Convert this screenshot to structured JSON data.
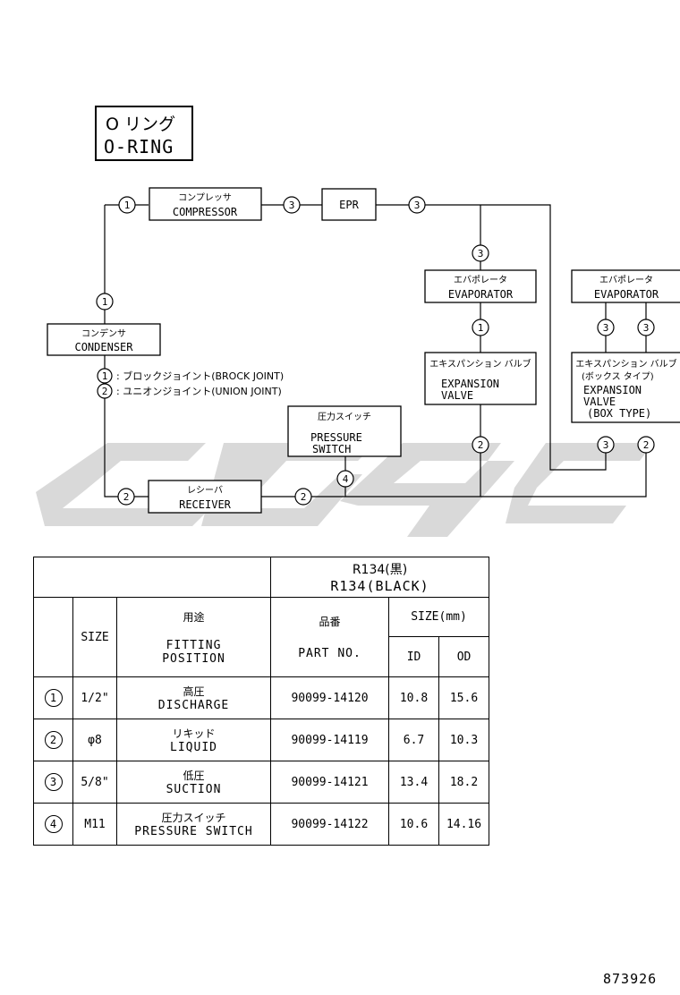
{
  "title": {
    "jp": "O リング",
    "en": "O-RING"
  },
  "components": {
    "compressor": {
      "jp": "コンプレッサ",
      "en": "COMPRESSOR"
    },
    "epr": {
      "en": "EPR"
    },
    "evaporator1": {
      "jp": "エバポレータ",
      "en": "EVAPORATOR"
    },
    "evaporator2": {
      "jp": "エバポレータ",
      "en": "EVAPORATOR"
    },
    "condenser": {
      "jp": "コンデンサ",
      "en": "CONDENSER"
    },
    "expansion1": {
      "jp": "エキスパンション バルブ",
      "en1": "EXPANSION",
      "en2": "VALVE"
    },
    "expansion2": {
      "jp": "エキスパンション バルブ",
      "jp2": "(ボックス タイプ)",
      "en1": "EXPANSION",
      "en2": "VALVE",
      "en3": "(BOX TYPE)"
    },
    "pressure_switch": {
      "jp": "圧力スイッチ",
      "en1": "PRESSURE",
      "en2": "SWITCH"
    },
    "receiver": {
      "jp": "レシーバ",
      "en": "RECEIVER"
    }
  },
  "joint_legend": [
    {
      "num": "1",
      "text": ": ブロックジョイント(BROCK JOINT)"
    },
    {
      "num": "2",
      "text": ": ユニオンジョイント(UNION JOINT)"
    }
  ],
  "markers": {
    "m1": "1",
    "m2": "3",
    "m3": "3",
    "m4": "1",
    "m5": "3",
    "m6": "1",
    "m7": "3",
    "m8": "3",
    "m9": "2",
    "m10": "3",
    "m11": "2",
    "m12": "2",
    "m13": "2",
    "m14": "4"
  },
  "table": {
    "header_jp": "R134(黒)",
    "header_en": "R134(BLACK)",
    "col_size": "SIZE",
    "col_fitting_jp": "用途",
    "col_fitting_en1": "FITTING",
    "col_fitting_en2": "POSITION",
    "col_part_jp": "品番",
    "col_part_en": "PART NO.",
    "col_sizemm": "SIZE(mm)",
    "col_id": "ID",
    "col_od": "OD",
    "rows": [
      {
        "num": "1",
        "size": "1/2\"",
        "fit_jp": "高圧",
        "fit_en": "DISCHARGE",
        "part": "90099-14120",
        "id": "10.8",
        "od": "15.6"
      },
      {
        "num": "2",
        "size": "φ8",
        "fit_jp": "リキッド",
        "fit_en": "LIQUID",
        "part": "90099-14119",
        "id": "6.7",
        "od": "10.3"
      },
      {
        "num": "3",
        "size": "5/8\"",
        "fit_jp": "低圧",
        "fit_en": "SUCTION",
        "part": "90099-14121",
        "id": "13.4",
        "od": "18.2"
      },
      {
        "num": "4",
        "size": "M11",
        "fit_jp": "圧力スイッチ",
        "fit_en": "PRESSURE SWITCH",
        "part": "90099-14122",
        "id": "10.6",
        "od": "14.16"
      }
    ]
  },
  "code": "873926",
  "colors": {
    "watermark": "#d9d9d9",
    "ink": "#000000"
  }
}
